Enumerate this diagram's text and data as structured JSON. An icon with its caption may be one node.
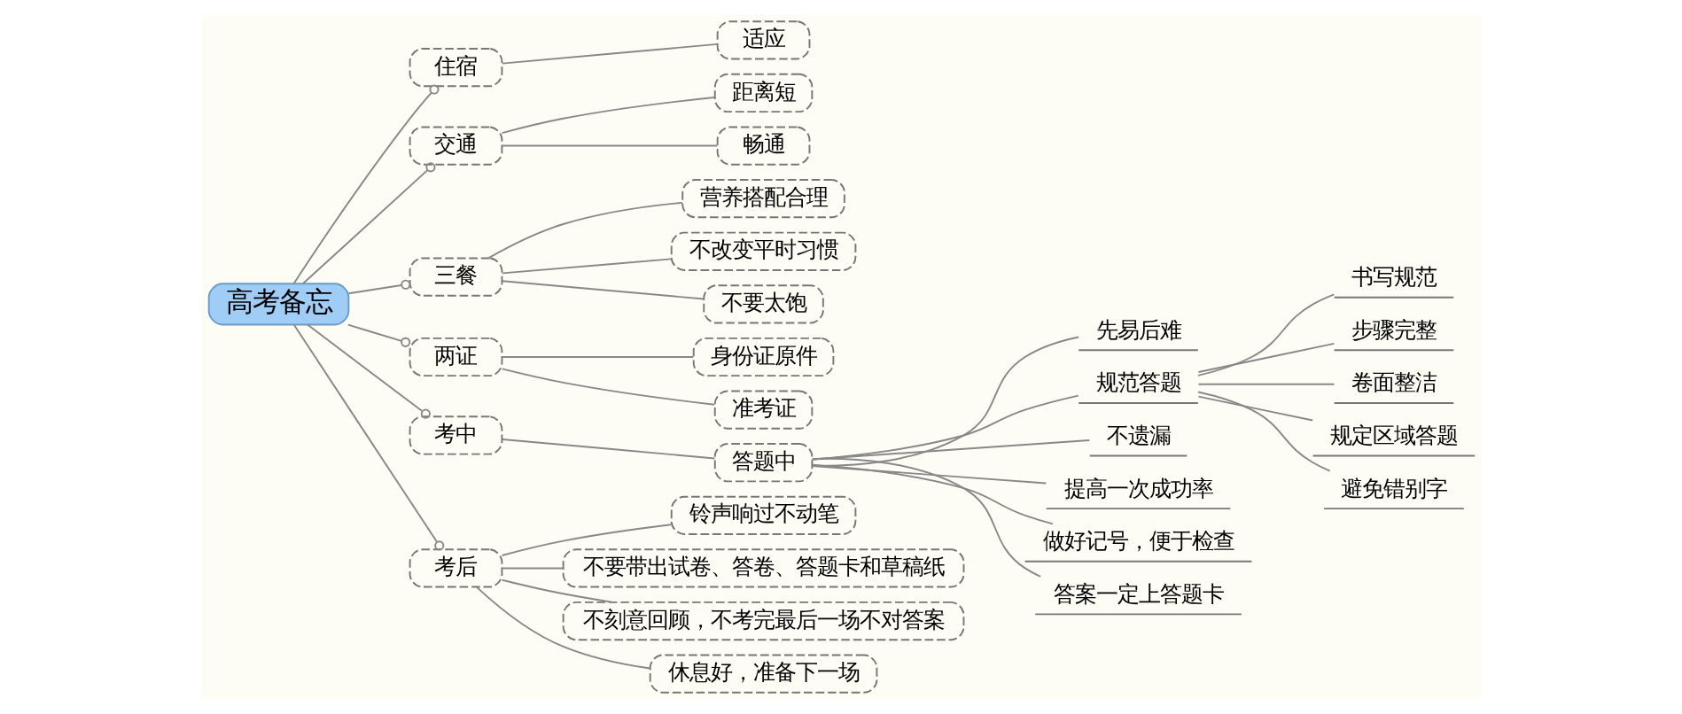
{
  "diagram": {
    "nodes": [
      {
        "text": [
          "高考备忘"
        ]
      },
      {
        "text": [
          "住宿"
        ]
      },
      {
        "text": [
          "适应"
        ]
      },
      {
        "text": [
          "交通"
        ]
      },
      {
        "text": [
          "距离短"
        ]
      },
      {
        "text": [
          "畅通"
        ]
      },
      {
        "text": [
          "三餐"
        ]
      },
      {
        "text": [
          "营养搭配合理"
        ]
      },
      {
        "text": [
          "不改变平时习惯"
        ]
      },
      {
        "text": [
          "不要太饱"
        ]
      },
      {
        "text": [
          "两证"
        ]
      },
      {
        "text": [
          "身份证原件"
        ]
      },
      {
        "text": [
          "准考证"
        ]
      },
      {
        "text": [
          "考中"
        ]
      },
      {
        "text": [
          "答题中"
        ]
      },
      {
        "text": [
          "先易后难"
        ]
      },
      {
        "text": [
          "规范答题"
        ]
      },
      {
        "text": [
          "书写规范"
        ]
      },
      {
        "text": [
          "步骤完整"
        ]
      },
      {
        "text": [
          "卷面整洁"
        ]
      },
      {
        "text": [
          "规定区域答题"
        ]
      },
      {
        "text": [
          "避免错别字"
        ]
      },
      {
        "text": [
          "不遗漏"
        ]
      },
      {
        "text": [
          "提高一次成功率"
        ]
      },
      {
        "text": [
          "做好记号，便于检查"
        ]
      },
      {
        "text": [
          "答案一定上答题卡"
        ]
      },
      {
        "text": [
          "考后"
        ]
      },
      {
        "text": [
          "铃声响过不动笔"
        ]
      },
      {
        "text": [
          "不要带出试卷、答卷、答题卡和草稿纸"
        ]
      },
      {
        "text": [
          "不刻意回顾，不考完最后一场不对答案"
        ]
      },
      {
        "text": [
          "休息好，准备下一场"
        ]
      }
    ],
    "edges": [
      {
        "from": 0,
        "to": 1,
        "arrow": "other"
      },
      {
        "from": 1,
        "to": 2,
        "arrow": "none"
      },
      {
        "from": 0,
        "to": 3,
        "arrow": "other"
      },
      {
        "from": 3,
        "to": 4,
        "arrow": "none"
      },
      {
        "from": 3,
        "to": 5,
        "arrow": "none"
      },
      {
        "from": 0,
        "to": 6,
        "arrow": "other"
      },
      {
        "from": 6,
        "to": 7,
        "arrow": "none"
      },
      {
        "from": 6,
        "to": 8,
        "arrow": "none"
      },
      {
        "from": 6,
        "to": 9,
        "arrow": "none"
      },
      {
        "from": 0,
        "to": 10,
        "arrow": "other"
      },
      {
        "from": 10,
        "to": 11,
        "arrow": "none"
      },
      {
        "from": 10,
        "to": 12,
        "arrow": "none"
      },
      {
        "from": 0,
        "to": 13,
        "arrow": "other"
      },
      {
        "from": 13,
        "to": 14,
        "arrow": "none"
      },
      {
        "from": 14,
        "to": 15,
        "arrow": "none"
      },
      {
        "from": 14,
        "to": 16,
        "arrow": "none"
      },
      {
        "from": 16,
        "to": 17,
        "arrow": "none"
      },
      {
        "from": 16,
        "to": 18,
        "arrow": "none"
      },
      {
        "from": 16,
        "to": 19,
        "arrow": "none"
      },
      {
        "from": 16,
        "to": 20,
        "arrow": "none"
      },
      {
        "from": 16,
        "to": 21,
        "arrow": "none"
      },
      {
        "from": 14,
        "to": 22,
        "arrow": "none"
      },
      {
        "from": 14,
        "to": 23,
        "arrow": "none"
      },
      {
        "from": 14,
        "to": 24,
        "arrow": "none"
      },
      {
        "from": 14,
        "to": 25,
        "arrow": "none"
      },
      {
        "from": 0,
        "to": 26,
        "arrow": "other"
      },
      {
        "from": 26,
        "to": 27,
        "arrow": "none"
      },
      {
        "from": 26,
        "to": 28,
        "arrow": "none"
      },
      {
        "from": 26,
        "to": 29,
        "arrow": "none"
      },
      {
        "from": 26,
        "to": 30,
        "arrow": "none"
      }
    ]
  }
}
